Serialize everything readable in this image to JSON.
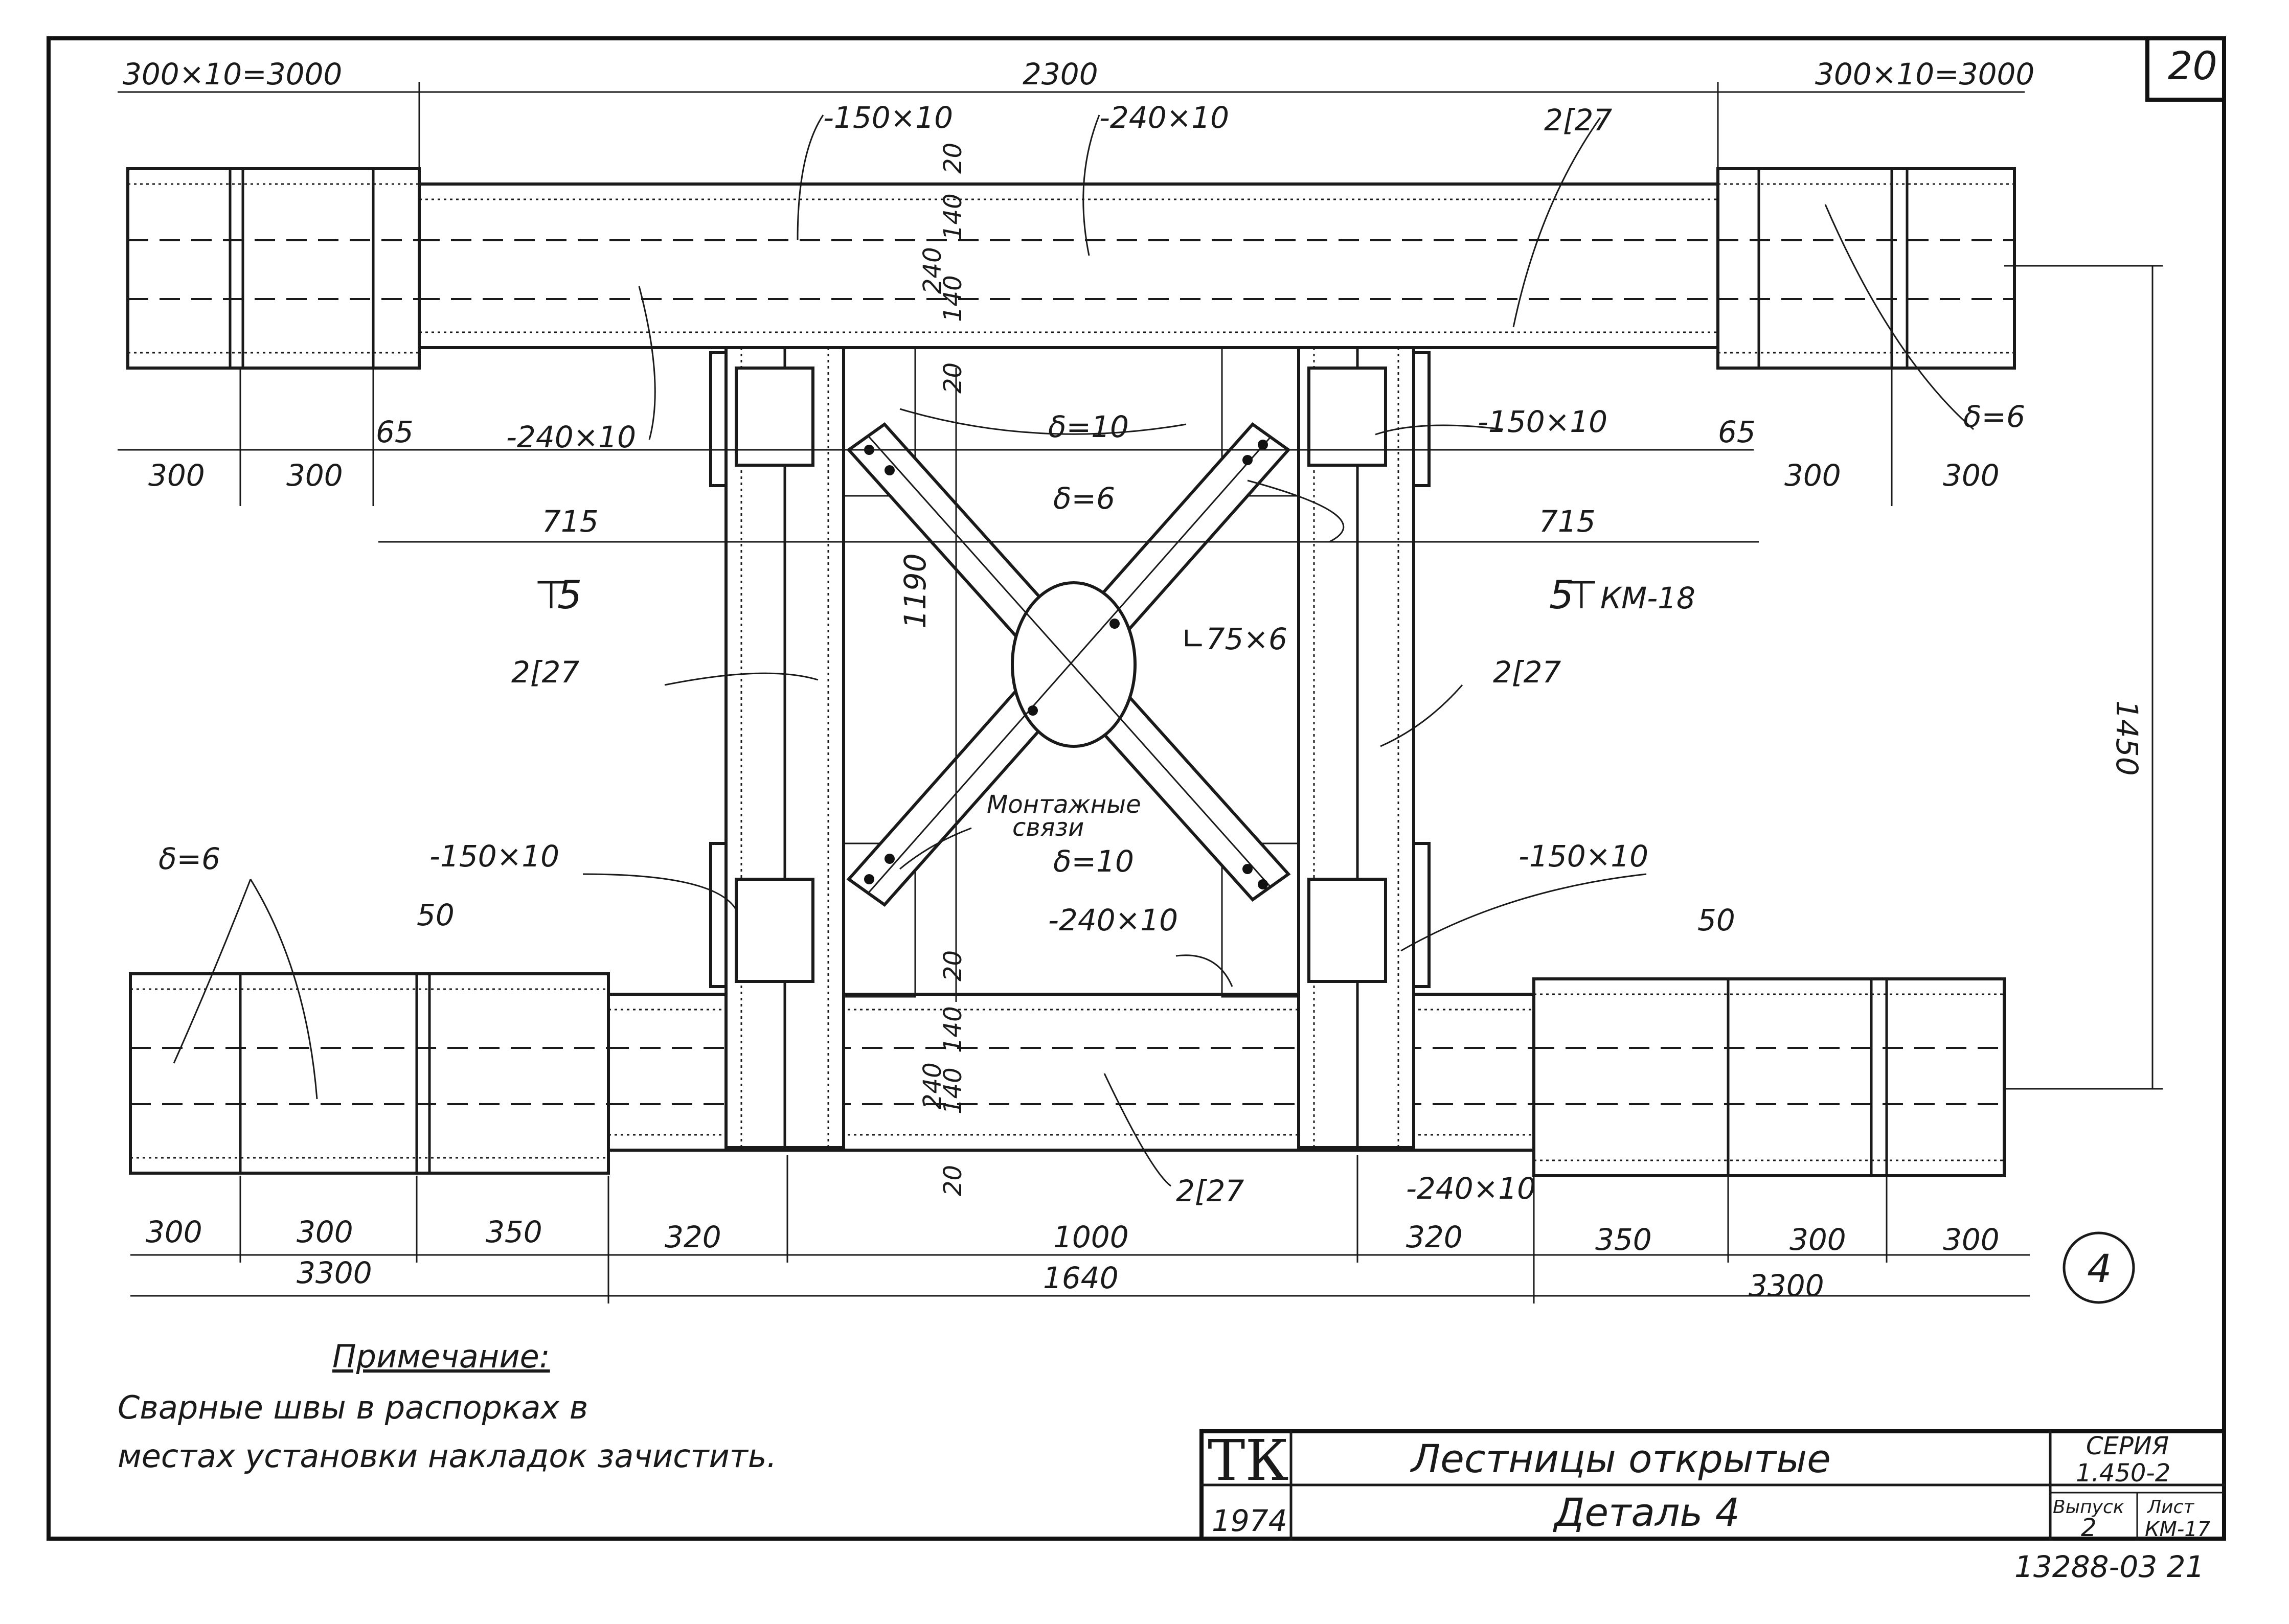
{
  "sheet": {
    "page_number": "20",
    "detail_circle": "4",
    "bottom_code": "13288-03 21"
  },
  "title_block": {
    "logo": "ТК",
    "year": "1974",
    "title": "Лестницы открытые",
    "subtitle": "Деталь 4",
    "series_label": "СЕРИЯ",
    "series_value": "1.450-2",
    "issue_label": "Выпуск",
    "issue_value": "2",
    "sheet_label": "Лист",
    "sheet_value": "КМ-17"
  },
  "note": {
    "heading": "Примечание:",
    "line1": "Сварные швы в распорках в",
    "line2": "местах установки накладок зачистить."
  },
  "dimensions": {
    "top_left_span": "300×10=3000",
    "top_center": "2300",
    "top_right_span": "300×10=3000",
    "upper_left_300a": "300",
    "upper_left_300b": "300",
    "upper_left_65": "65",
    "upper_right_65": "65",
    "upper_right_300a": "300",
    "upper_right_300b": "300",
    "left_715": "715",
    "right_715": "715",
    "height_1450": "1450",
    "height_1190": "1190",
    "top_beam_20": "20",
    "top_beam_140a": "140",
    "top_beam_240": "240",
    "top_beam_140b": "140",
    "top_beam_20b": "20",
    "bot_beam_20a": "20",
    "bot_beam_140a": "140",
    "bot_beam_240": "240",
    "bot_beam_140b": "140",
    "bot_beam_20b": "20",
    "left_50": "50",
    "right_50": "50",
    "bot_300a": "300",
    "bot_300b": "300",
    "bot_350a": "350",
    "bot_320a": "320",
    "bot_1000": "1000",
    "bot_320b": "320",
    "bot_350b": "350",
    "bot_300c": "300",
    "bot_300d": "300",
    "bot_3300a": "3300",
    "bot_1640": "1640",
    "bot_3300b": "3300"
  },
  "labels": {
    "plate_150x10_top": "-150×10",
    "plate_240x10_top": "-240×10",
    "channel_top": "2[27",
    "plate_240x10_left": "-240×10",
    "delta_10_top": "δ=10",
    "plate_150x10_right": "-150×10",
    "delta_6_right": "δ=6",
    "delta_6_center": "δ=6",
    "section_left": "5",
    "section_right": "5",
    "section_ref": "КМ-18",
    "angle": "∟75×6",
    "channel_left": "2[27",
    "channel_right": "2[27",
    "mount_line1": "Монтажные",
    "mount_line2": "связи",
    "delta_6_left": "δ=6",
    "plate_150x10_left_low": "-150×10",
    "delta_10_low": "δ=10",
    "plate_150x10_right_low": "-150×10",
    "plate_240x10_low": "-240×10",
    "channel_bottom": "2[27",
    "plate_240x10_bottom": "-240×10"
  }
}
